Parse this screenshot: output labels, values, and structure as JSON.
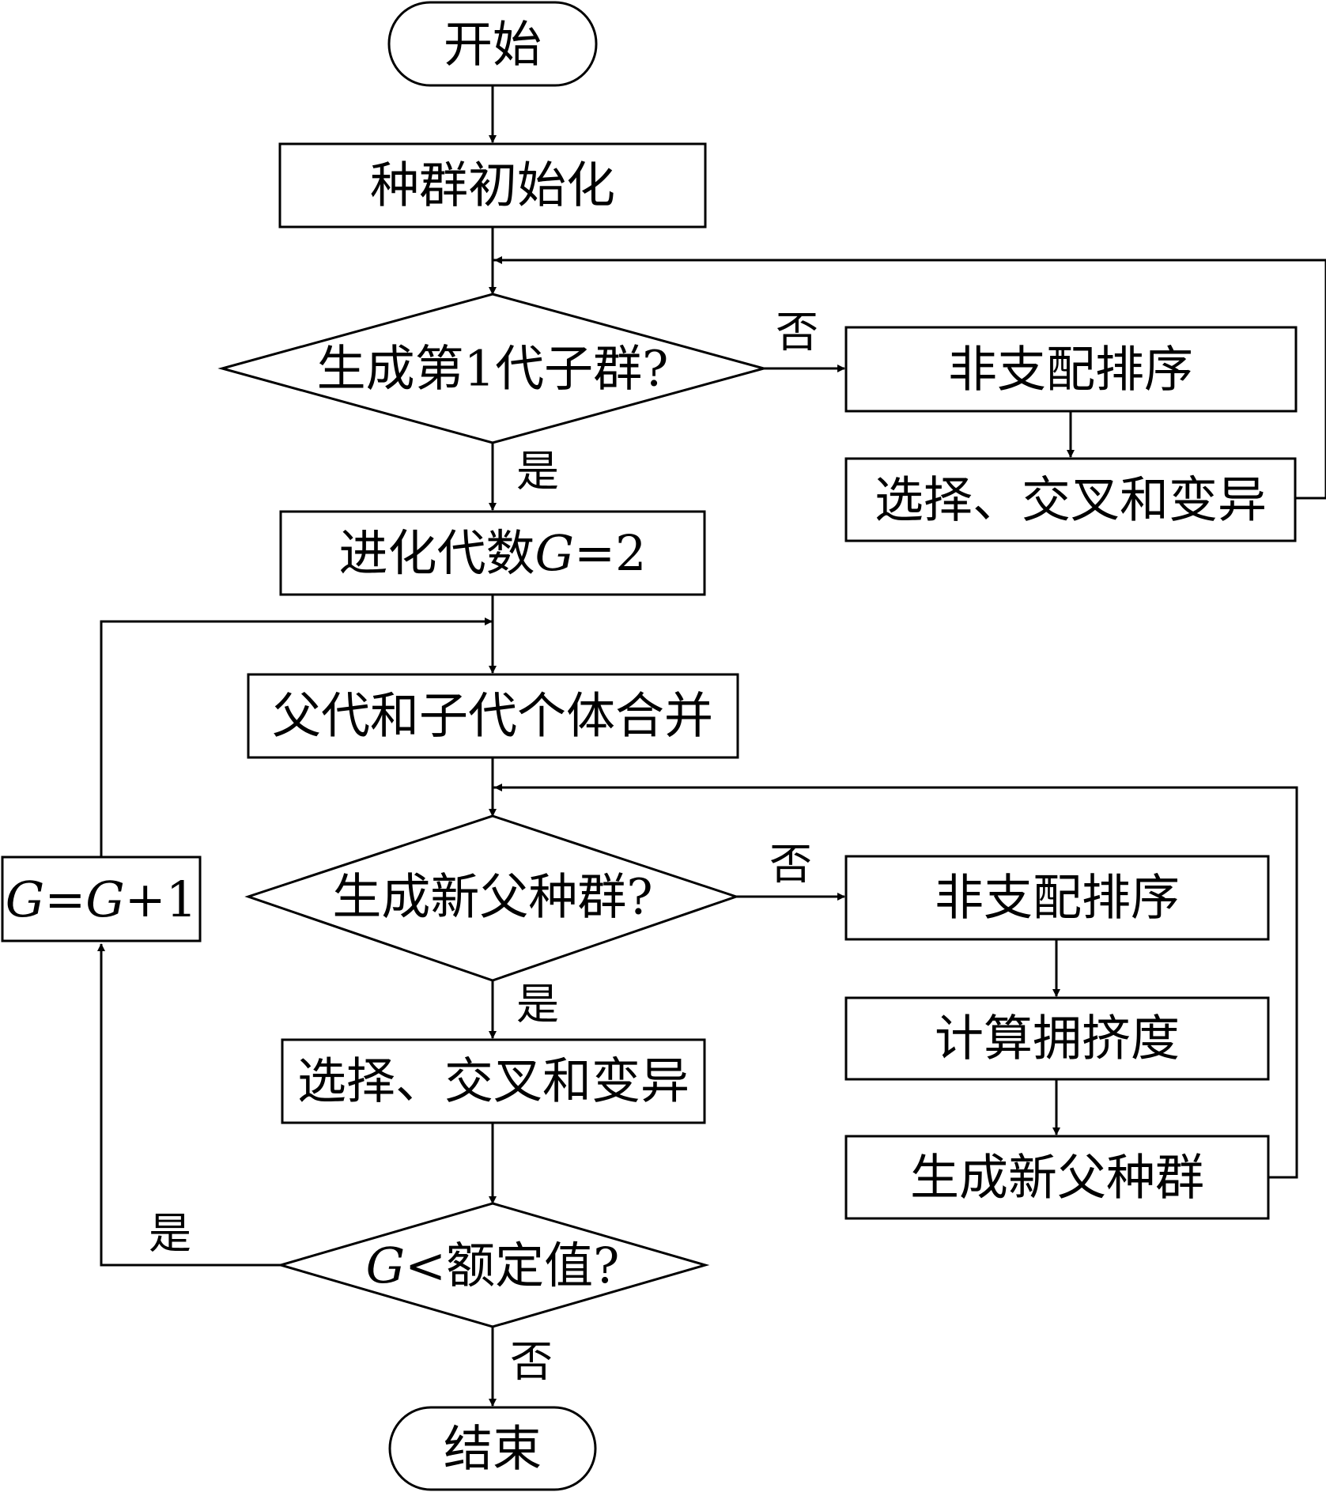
{
  "nodes": {
    "start": "开始",
    "init": "种群初始化",
    "cond1": "生成第1代子群?",
    "nds1": "非支配排序",
    "sel1": "选择、交叉和变异",
    "gen2_prefix": "进化代数",
    "gen2_var": "G",
    "gen2_suffix": "=2",
    "merge": "父代和子代个体合并",
    "cond2": "生成新父种群?",
    "nds2": "非支配排序",
    "crowd": "计算拥挤度",
    "newpop": "生成新父种群",
    "sel2": "选择、交叉和变异",
    "inc_g1": "G",
    "inc_eq": "=",
    "inc_g2": "G",
    "inc_plus": "+1",
    "cond3_var": "G",
    "cond3_rest": "<额定值?",
    "end": "结束"
  },
  "edges": {
    "cond1_no": "否",
    "cond1_yes": "是",
    "cond2_no": "否",
    "cond2_yes": "是",
    "cond3_yes": "是",
    "cond3_no": "否"
  }
}
